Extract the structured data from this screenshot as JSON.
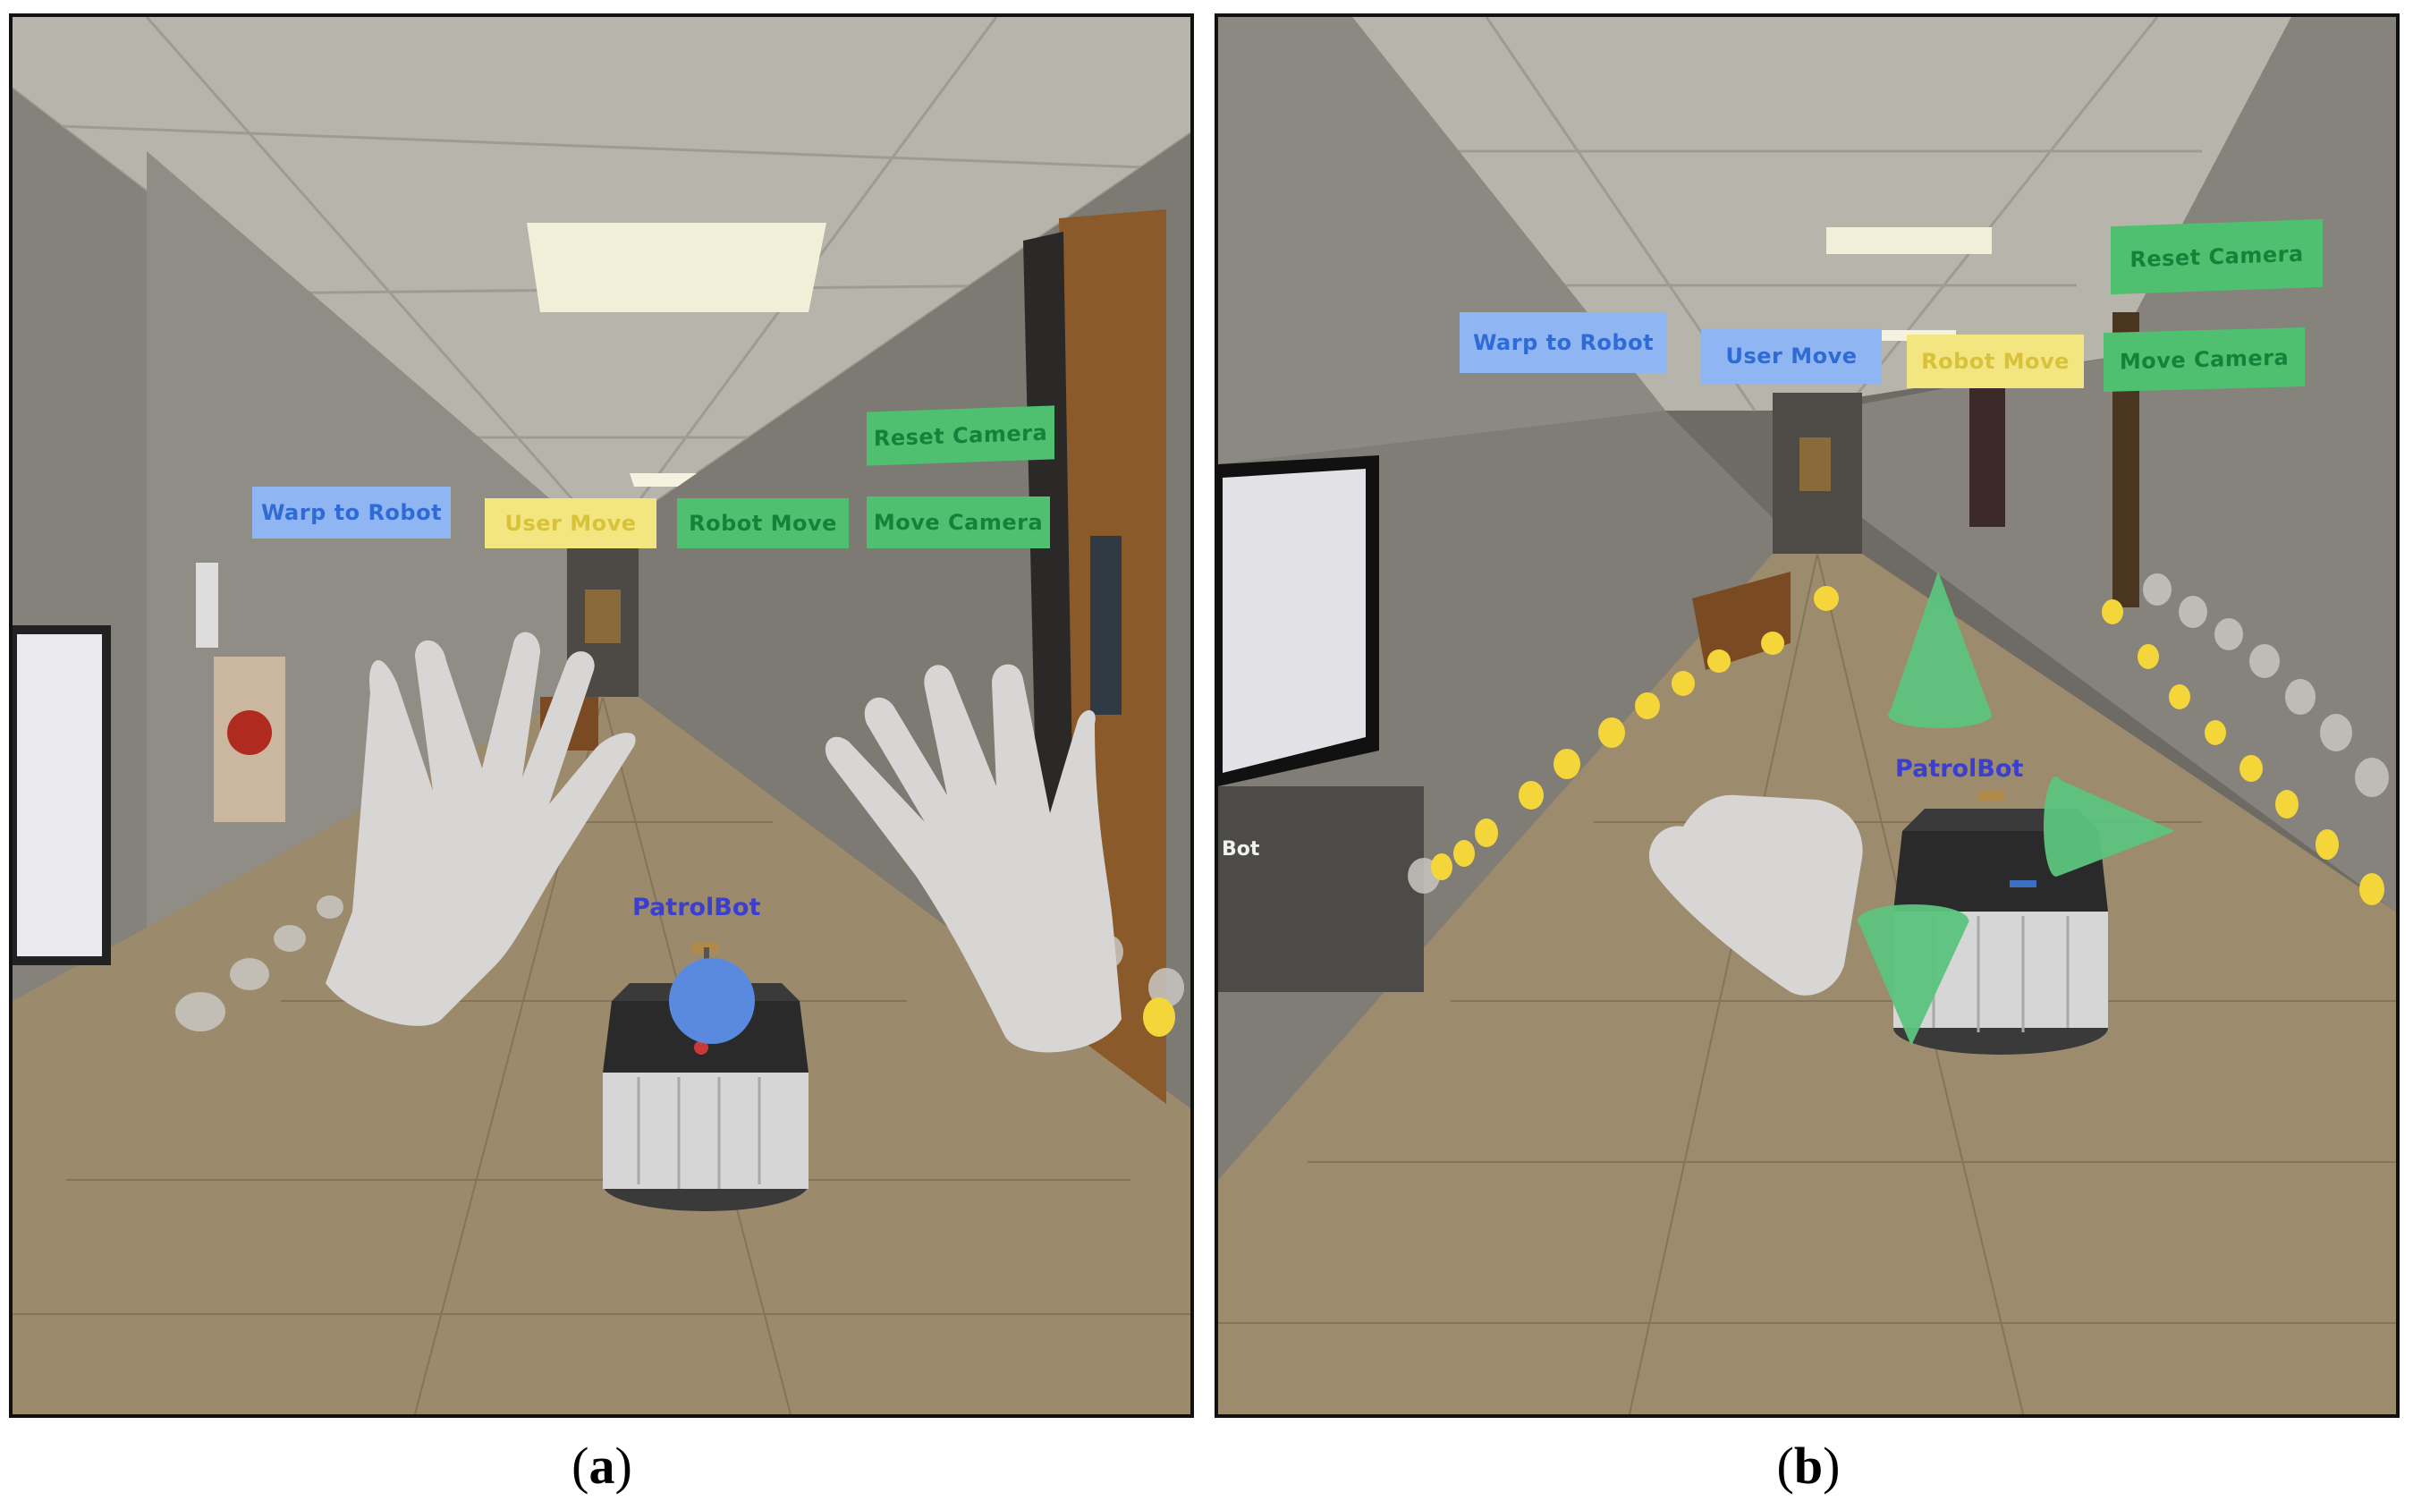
{
  "panels": [
    {
      "id": "a",
      "caption_letter": "a",
      "robot_label": "PatrolBot",
      "buttons": {
        "warp": "Warp to Robot",
        "user_move": "User Move",
        "robot_move": "Robot Move",
        "reset_camera": "Reset Camera",
        "move_camera": "Move Camera"
      }
    },
    {
      "id": "b",
      "caption_letter": "b",
      "robot_label": "PatrolBot",
      "buttons": {
        "warp": "Warp to Robot",
        "user_move": "User Move",
        "robot_move": "Robot Move",
        "reset_camera": "Reset Camera",
        "move_camera": "Move Camera"
      },
      "side_text": "Bot"
    }
  ],
  "colors": {
    "button_blue": "#8fb6f2",
    "button_yellow": "#f3e680",
    "button_green": "#4fc070",
    "waypoint_yellow": "#f4d53a",
    "gizmo_green": "#5cc47e",
    "sphere_blue": "#5a8ae0"
  }
}
